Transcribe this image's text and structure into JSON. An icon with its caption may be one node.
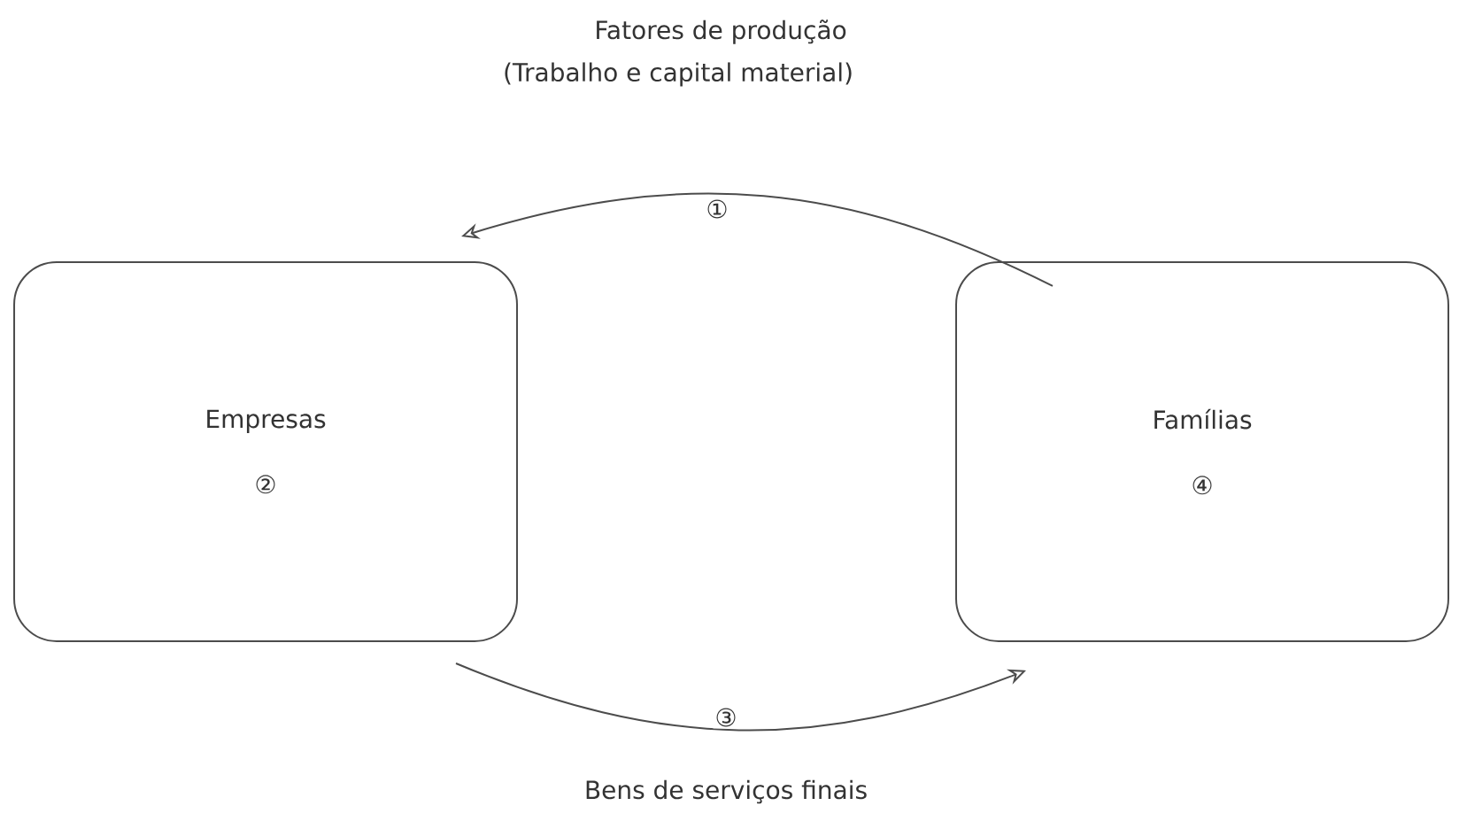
{
  "diagram": {
    "nodes": [
      {
        "text": [
          "Empresas",
          "②"
        ]
      },
      {
        "text": [
          "Famílias",
          "④"
        ]
      }
    ],
    "edges": [
      {
        "from": 1,
        "to": 0,
        "arrow": "to",
        "label": "①"
      },
      {
        "from": 0,
        "to": 1,
        "arrow": "to",
        "label": "③"
      }
    ],
    "labels": [
      "Fatores de produção",
      "(Trabalho e capital material)",
      "Bens de serviços finais"
    ]
  }
}
